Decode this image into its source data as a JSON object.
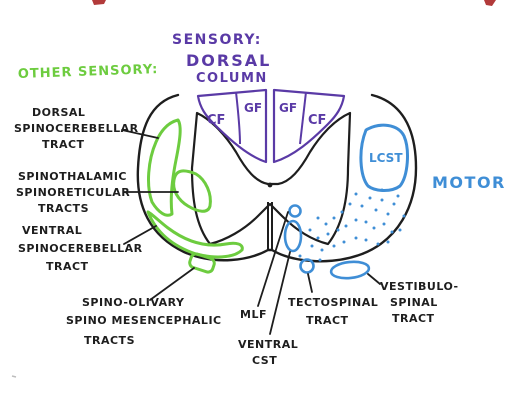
{
  "colors": {
    "sensory_purple": "#5a3aa6",
    "other_green": "#6dcc3f",
    "motor_blue": "#3f8ed6",
    "ink": "#1e1e1e",
    "tape": "#b23a3a"
  },
  "headings": {
    "sensory_line1": "SENSORY:",
    "sensory_line2": "DORSAL",
    "sensory_line3": "COLUMN",
    "other_sensory": "OTHER SENSORY:",
    "motor": "MOTOR"
  },
  "dorsal_column": {
    "left_outer": "CF",
    "left_inner": "GF",
    "right_inner": "GF",
    "right_outer": "CF"
  },
  "motor_tract": {
    "lcst": "LCST"
  },
  "left_labels": {
    "dorsal_spino": [
      "DORSAL",
      "SPINOCEREBELLAR",
      "TRACT"
    ],
    "spinothalamic": [
      "SPINOTHALAMIC",
      "SPINORETICULAR",
      "TRACTS"
    ],
    "ventral_spino": [
      "VENTRAL",
      "SPINOCEREBELLAR",
      "TRACT"
    ],
    "spino_olivary": [
      "SPINO-OLIVARY",
      "SPINO MESENCEPHALIC",
      "TRACTS"
    ]
  },
  "bottom_labels": {
    "mlf": "MLF",
    "ventral_cst": [
      "VENTRAL",
      "CST"
    ],
    "tectospinal": [
      "TECTOSPINAL",
      "TRACT"
    ],
    "vestibulospinal": [
      "VESTIBULO-",
      "SPINAL",
      "TRACT"
    ]
  }
}
